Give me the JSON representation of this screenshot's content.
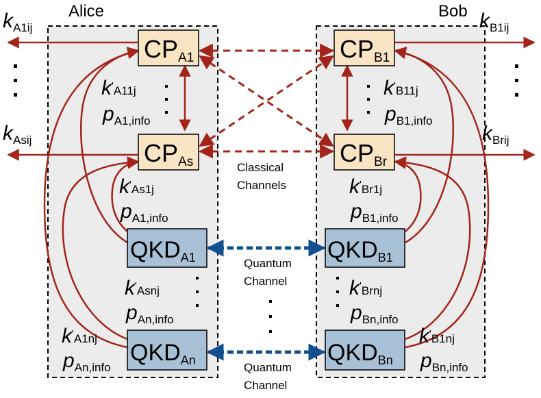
{
  "parties": {
    "alice": "Alice",
    "bob": "Bob"
  },
  "nodes": {
    "cp_a1": {
      "main": "CP",
      "sub": "A1"
    },
    "cp_as": {
      "main": "CP",
      "sub": "As"
    },
    "cp_b1": {
      "main": "CP",
      "sub": "B1"
    },
    "cp_br": {
      "main": "CP",
      "sub": "Br"
    },
    "qkd_a1": {
      "main": "QKD",
      "sub": "A1"
    },
    "qkd_an": {
      "main": "QKD",
      "sub": "An"
    },
    "qkd_b1": {
      "main": "QKD",
      "sub": "B1"
    },
    "qkd_bn": {
      "main": "QKD",
      "sub": "Bn"
    }
  },
  "outputs": {
    "k_a1ij": {
      "main": "k",
      "sub": "A1ij"
    },
    "k_asij": {
      "main": "k",
      "sub": "Asij"
    },
    "k_b1ij": {
      "main": "k",
      "sub": "B1ij"
    },
    "k_brij": {
      "main": "k",
      "sub": "Brij"
    }
  },
  "edge_labels": {
    "a11": {
      "k": "k",
      "k_sub": "A11j",
      "p": "p",
      "p_sub": "A1,info"
    },
    "as1": {
      "k": "k",
      "k_sub": "As1j",
      "p": "p",
      "p_sub": "A1,info"
    },
    "asn": {
      "k": "k",
      "k_sub": "Asnj",
      "p": "p",
      "p_sub": "An,info"
    },
    "a1n": {
      "k": "k",
      "k_sub": "A1nj",
      "p": "p",
      "p_sub": "An,info"
    },
    "b11": {
      "k": "k",
      "k_sub": "B11j",
      "p": "p",
      "p_sub": "B1,info"
    },
    "br1": {
      "k": "k",
      "k_sub": "Br1j",
      "p": "p",
      "p_sub": "B1,info"
    },
    "brn": {
      "k": "k",
      "k_sub": "Brnj",
      "p": "p",
      "p_sub": "Bn,info"
    },
    "b1n": {
      "k": "k",
      "k_sub": "B1nj",
      "p": "p",
      "p_sub": "Bn,info"
    }
  },
  "channels": {
    "classical_line1": "Classical",
    "classical_line2": "Channels",
    "quantum1_line1": "Quantum",
    "quantum1_line2": "Channel",
    "quantum2_line1": "Quantum",
    "quantum2_line2": "Channel"
  },
  "colors": {
    "cp_fill": "#f9e4c4",
    "qkd_fill": "#a9c1d6",
    "party_fill": "#ececec",
    "classical_arrow": "#a3241a",
    "quantum_arrow": "#134f8f"
  }
}
